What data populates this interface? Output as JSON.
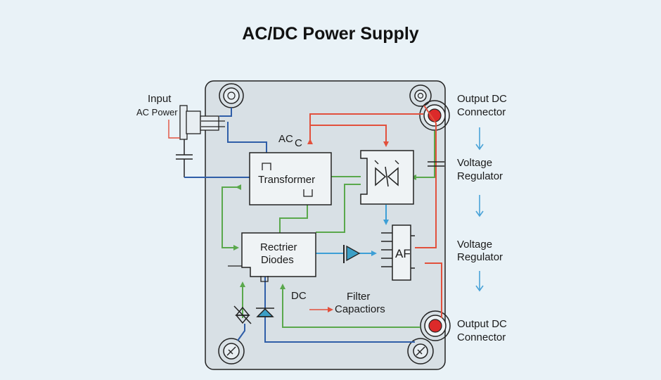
{
  "title": "AC/DC Power Supply",
  "labels": {
    "input": "Input",
    "ac_power": "AC Power",
    "ac": "AC",
    "ac_c": "C",
    "transformer": "Transformer",
    "rectifier_line1": "Rectrier",
    "rectifier_line2": "Diodes",
    "af": "AF",
    "dc": "DC",
    "filter_line1": "Filter",
    "filter_line2": "Capactiors",
    "output_dc_top_line1": "Output DC",
    "output_dc_top_line2": "Connector",
    "voltage_regulator_1_line1": "Voltage",
    "voltage_regulator_1_line2": "Regulator",
    "voltage_regulator_2_line1": "Voltage",
    "voltage_regulator_2_line2": "Regulator",
    "output_dc_bottom_line1": "Output DC",
    "output_dc_bottom_line2": "Connector"
  },
  "colors": {
    "background": "#e9f2f7",
    "board": "#d8e0e5",
    "wire_blue": "#2f5ea8",
    "wire_red": "#e2503c",
    "wire_green": "#5aa84c",
    "wire_cyan": "#3d9fd6",
    "connector_red": "#dc2a2a",
    "arrow_cyan": "#4aa3d8"
  },
  "icons": [
    "screw-terminal-icon",
    "ac-plug-icon",
    "diode-icon",
    "capacitor-icon",
    "amplifier-triangle-icon",
    "down-arrow-icon",
    "red-arrow-icon"
  ]
}
